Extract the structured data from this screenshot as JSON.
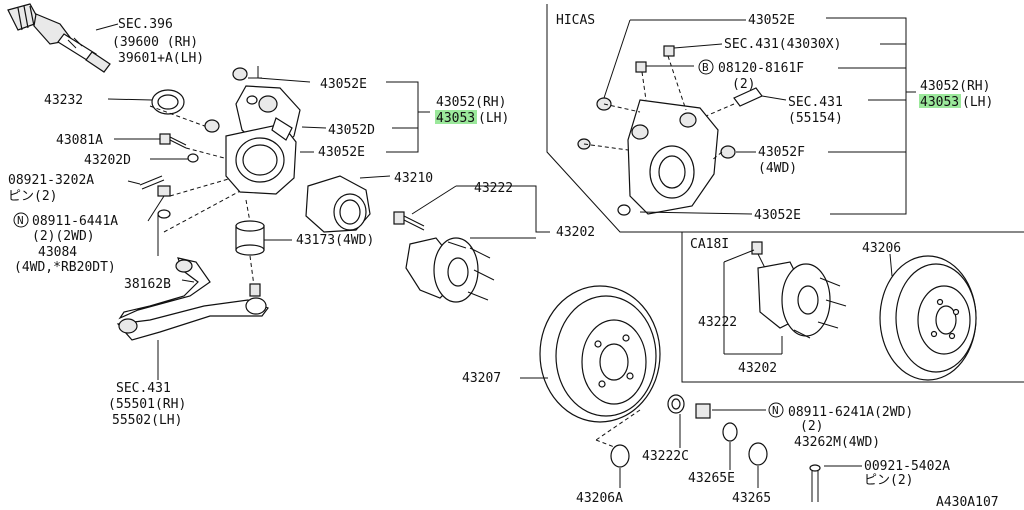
{
  "labels": {
    "sec396": "SEC.396",
    "sec396_a": "(39600  (RH)",
    "sec396_b": "39601+A(LH)",
    "p43232": "43232",
    "p43081a": "43081A",
    "p43202d": "43202D",
    "p08921": "08921-3202A",
    "p08921_sub": "ピン(2)",
    "n_circle": "N",
    "p08911": "08911-6441A",
    "p08911_sub": "(2)(2WD)",
    "p43084": "43084",
    "p43084_sub": "(4WD,*RB20DT)",
    "p38162b": "38162B",
    "sec431_left": "SEC.431",
    "sec431_left_a": "(55501(RH)",
    "sec431_left_b": "55502(LH)",
    "p43052e_1": "43052E",
    "p43052_rh": "43052(RH)",
    "p43053_lh_num": "43053",
    "p43053_lh_suf": "(LH)",
    "p43052d": "43052D",
    "p43052e_2": "43052E",
    "p43210": "43210",
    "p43173": "43173(4WD)",
    "p43222": "43222",
    "p43202": "43202",
    "p43207": "43207",
    "hicas": "HICAS",
    "h_43052e_top": "43052E",
    "h_sec431_a": "SEC.431(43030X)",
    "b_circle": "B",
    "h_08120": "08120-8161F",
    "h_08120_sub": "(2)",
    "h_sec431_b": "SEC.431",
    "h_sec431_b_sub": "(55154)",
    "h_43052f": "43052F",
    "h_43052f_sub": "(4WD)",
    "h_43052e_bot": "43052E",
    "h_43052_rh": "43052(RH)",
    "h_43053_num": "43053",
    "h_43053_suf": "(LH)",
    "ca18": "CA18I",
    "ca_43222": "43222",
    "ca_43202": "43202",
    "ca_43206": "43206",
    "p43222c": "43222C",
    "p43206a": "43206A",
    "p43265e": "43265E",
    "p43265": "43265",
    "n_circle2": "N",
    "p08911_6241": "08911-6241A(2WD)",
    "p08911_6241_sub": "(2)",
    "p43262m": "43262M(4WD)",
    "p00921": "00921-5402A",
    "p00921_sub": "ピン(2)",
    "diagram_id": "A430A107"
  },
  "highlight_color": "#9be89b"
}
